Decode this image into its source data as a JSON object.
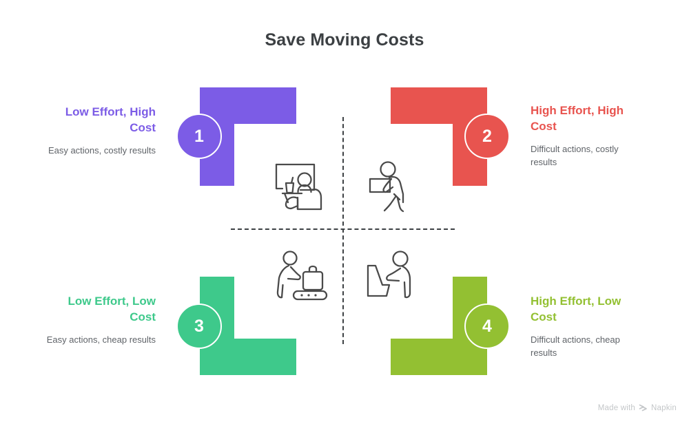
{
  "title": "Save Moving Costs",
  "colors": {
    "quadrant1": "#7c5ce6",
    "quadrant2": "#e8544f",
    "quadrant3": "#3ec98b",
    "quadrant4": "#93c032",
    "title_text": "#3c4043",
    "description_text": "#5f6368",
    "axis": "#3c4043",
    "icon_stroke": "#4a4a4a",
    "watermark": "#c4c7c9",
    "background": "#ffffff"
  },
  "axes": {
    "vertical_line": "dashed",
    "horizontal_line": "dashed"
  },
  "quadrants": [
    {
      "number": "1",
      "title": "Low Effort, High Cost",
      "description": "Easy actions, costly results",
      "color": "#7c5ce6",
      "icon": "person-relaxing-in-armchair-icon",
      "position": "top-left",
      "text_side": "left"
    },
    {
      "number": "2",
      "title": "High Effort, High Cost",
      "description": "Difficult actions, costly results",
      "color": "#e8544f",
      "icon": "person-carrying-box-icon",
      "position": "top-right",
      "text_side": "right"
    },
    {
      "number": "3",
      "title": "Low Effort, Low Cost",
      "description": "Easy actions, cheap results",
      "color": "#3ec98b",
      "icon": "person-with-suitcase-on-conveyor-icon",
      "position": "bottom-left",
      "text_side": "left"
    },
    {
      "number": "4",
      "title": "High Effort, Low Cost",
      "description": "Difficult actions, cheap results",
      "color": "#93c032",
      "icon": "person-leaning-over-desk-icon",
      "position": "bottom-right",
      "text_side": "right"
    }
  ],
  "watermark": {
    "text": "Made with",
    "brand": "Napkin",
    "logo": "napkin-chevron-logo"
  }
}
